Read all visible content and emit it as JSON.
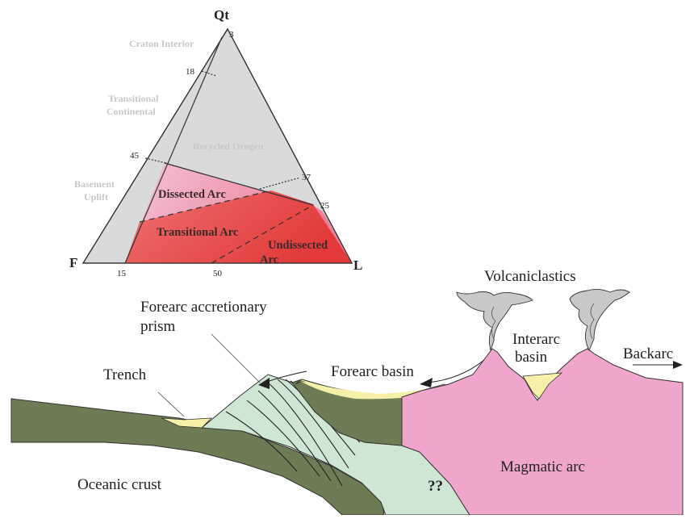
{
  "ternary": {
    "apex_top": "Qt",
    "apex_left": "F",
    "apex_right": "L",
    "fields": {
      "craton_interior": "Craton Interior",
      "transitional_continental_1": "Transitional",
      "transitional_continental_2": "Continental",
      "recycled_orogen": "Recycled Orogen",
      "basement_uplift_1": "Basement",
      "basement_uplift_2": "Uplift",
      "dissected_arc": "Dissected Arc",
      "transitional_arc": "Transitional Arc",
      "undissected_arc_1": "Undissected",
      "undissected_arc_2": "Arc"
    },
    "ticks": {
      "t3": "3",
      "t18": "18",
      "t45": "45",
      "t37": "37",
      "t25": "25",
      "t15": "15",
      "t50": "50"
    },
    "colors": {
      "field_gray": "#d9dadb",
      "dissected_arc": "#f2b4cc",
      "transitional_arc": "#ec5c5c",
      "outline": "#333333"
    }
  },
  "cross_section": {
    "labels": {
      "volcaniclastics": "Volcaniclastics",
      "forearc_prism_1": "Forearc accretionary",
      "forearc_prism_2": "prism",
      "interarc_1": "Interarc",
      "interarc_2": "basin",
      "trench": "Trench",
      "forearc_basin": "Forearc basin",
      "backarc": "Backarc",
      "magmatic_arc": "Magmatic arc",
      "oceanic_crust": "Oceanic crust",
      "unknown": "??"
    },
    "colors": {
      "oceanic_crust": "#6e7c55",
      "accretionary_prism": "#cfe6d2",
      "sediment": "#f6f0a8",
      "magmatic_arc": "#f0a6cc",
      "volcanic_plume": "#c6c8ca"
    }
  }
}
